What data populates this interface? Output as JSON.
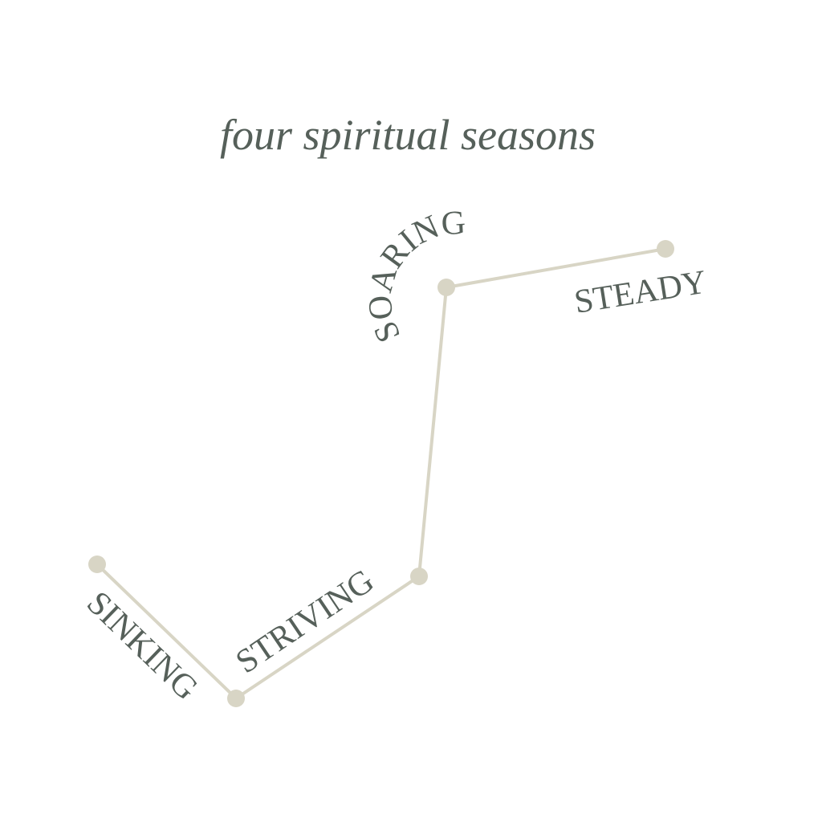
{
  "title": "four spiritual seasons",
  "colors": {
    "text": "#56605a",
    "line": "#d8d5c5"
  },
  "seasons": [
    {
      "label": "SINKING"
    },
    {
      "label": "STRIVING"
    },
    {
      "label": "SOARING"
    },
    {
      "label": "STEADY"
    }
  ]
}
